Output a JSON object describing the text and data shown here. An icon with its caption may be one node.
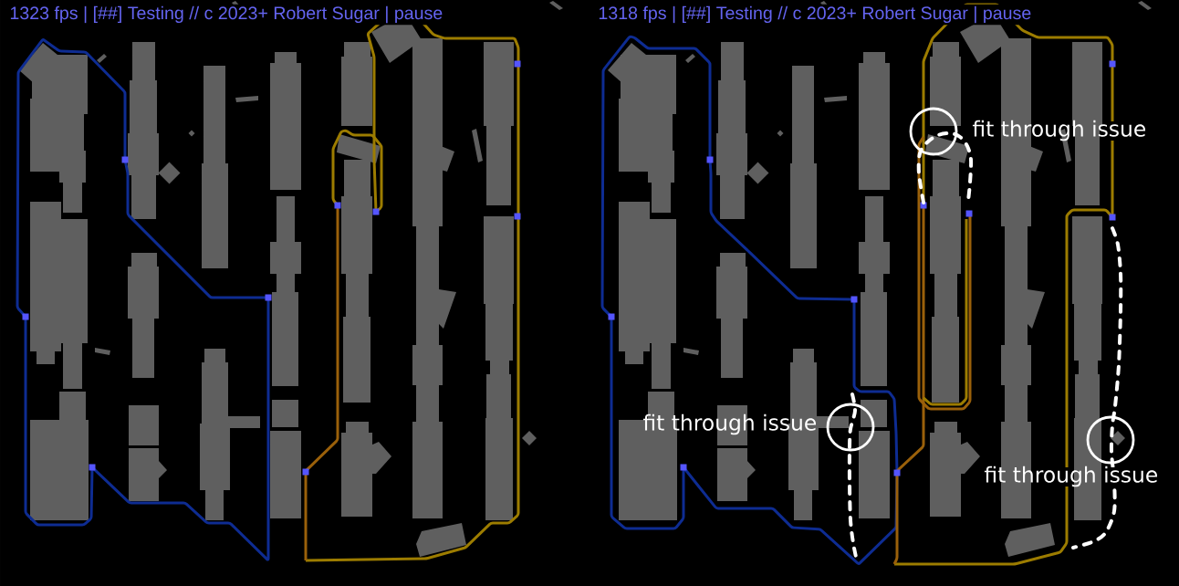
{
  "diagram": {
    "labels": [
      "1323 fps | [##] Testing // c 2023+ Robert Sugar | pause",
      "1318 fps | [##] Testing // c 2023+ Robert Sugar | pause",
      "fit through issue",
      "fit through issue",
      "fit through issue"
    ]
  }
}
